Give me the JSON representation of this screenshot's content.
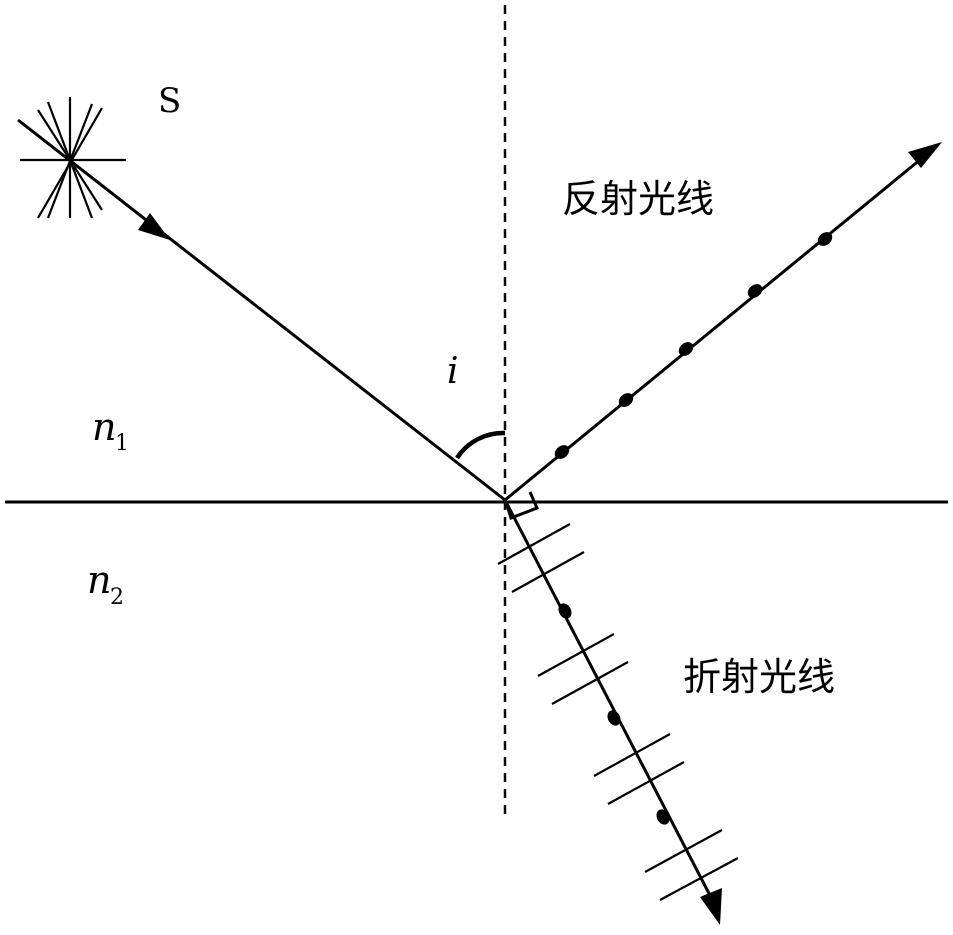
{
  "labels": {
    "source": "S",
    "incident_angle": "i",
    "medium1_symbol": "n",
    "medium1_subscript": "1",
    "medium2_symbol": "n",
    "medium2_subscript": "2",
    "reflected_ray": "反射光线",
    "refracted_ray": "折射光线"
  },
  "colors": {
    "ink": "#000000",
    "background": "#ffffff"
  }
}
